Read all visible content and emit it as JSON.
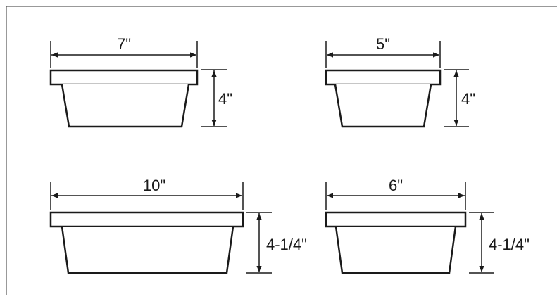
{
  "figure": {
    "colors": {
      "line": "#1a1a1a",
      "frame": "#555555",
      "background": "#ffffff"
    },
    "containers": [
      {
        "id": "a",
        "width_label": "7\"",
        "height_label": "4\""
      },
      {
        "id": "b",
        "width_label": "5\"",
        "height_label": "4\""
      },
      {
        "id": "c",
        "width_label": "10\"",
        "height_label": "4-1/4\""
      },
      {
        "id": "d",
        "width_label": "6\"",
        "height_label": "4-1/4\""
      }
    ]
  }
}
